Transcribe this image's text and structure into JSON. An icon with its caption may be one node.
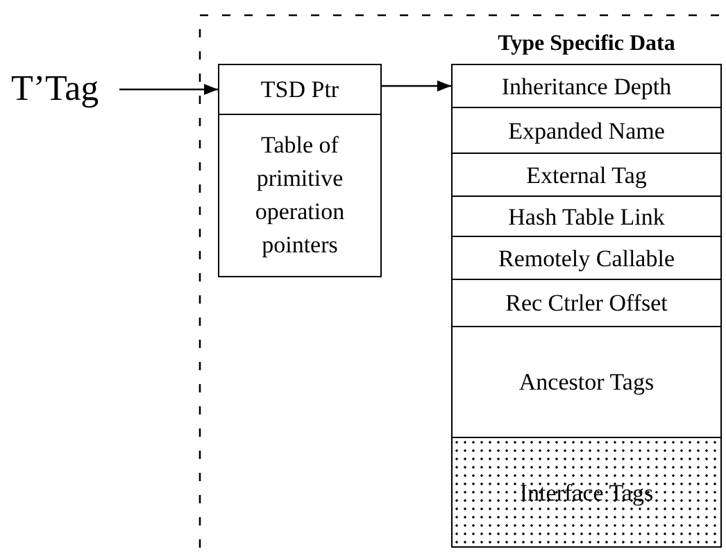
{
  "diagram": {
    "nodes": [
      {
        "text": [
          "T’Tag"
        ]
      },
      {
        "text": [
          "TSD Ptr"
        ]
      },
      {
        "text": [
          "Table of primitive operation pointers"
        ]
      },
      {
        "text": [
          "Type Specific Data"
        ]
      },
      {
        "text": [
          "Inheritance Depth"
        ],
        "in": 3
      },
      {
        "text": [
          "Expanded Name"
        ],
        "in": 3
      },
      {
        "text": [
          "External Tag"
        ],
        "in": 3
      },
      {
        "text": [
          "Hash Table Link"
        ],
        "in": 3
      },
      {
        "text": [
          "Remotely Callable"
        ],
        "in": 3
      },
      {
        "text": [
          "Rec Ctrler Offset"
        ],
        "in": 3
      },
      {
        "text": [
          "Ancestor Tags"
        ],
        "in": 3
      },
      {
        "text": [
          "Interface Tags"
        ],
        "in": 3
      }
    ],
    "edges": [
      {
        "from": 0,
        "to": 1,
        "arrow": "to"
      },
      {
        "from": 1,
        "to": 4,
        "arrow": "to"
      }
    ]
  }
}
